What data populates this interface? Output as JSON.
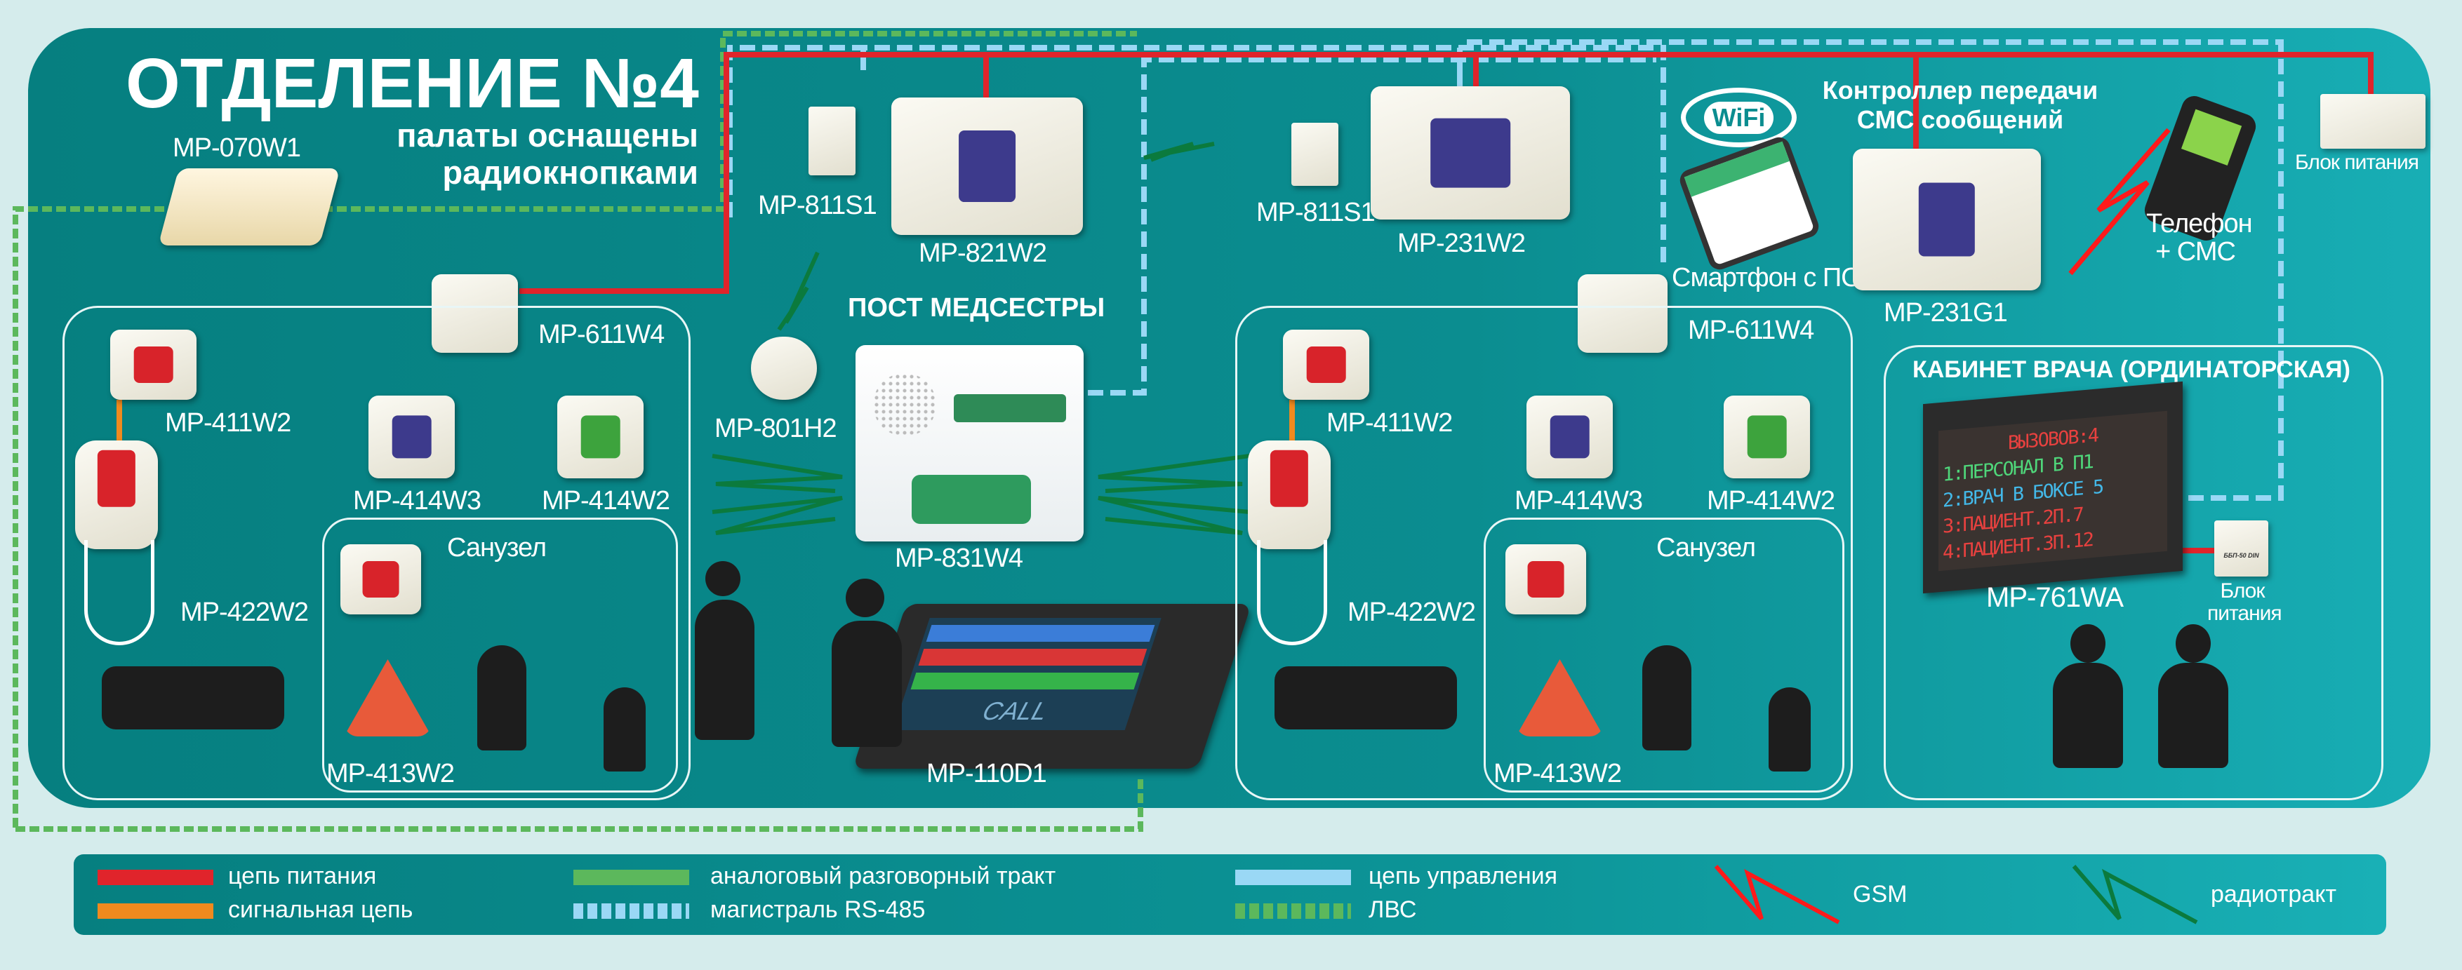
{
  "header": {
    "title": "ОТДЕЛЕНИЕ №4",
    "subtitle_line1": "палаты оснащены",
    "subtitle_line2": "радиокнопками"
  },
  "devices": {
    "mp070w1": "MP-070W1",
    "mp811s1_left": "MP-811S1",
    "mp821w2": "MP-821W2",
    "mp811s1_right": "MP-811S1",
    "mp231w2": "MP-231W2",
    "sms_controller_line1": "Контроллер передачи",
    "sms_controller_line2": "СМС сообщений",
    "wifi": "WiFi",
    "smartphone": "Смартфон с ПО",
    "mp231g1": "MP-231G1",
    "phone_line1": "Телефон",
    "phone_line2": "+ СМС",
    "power_supply_top": "Блок питания",
    "nurse_post": "ПОСТ МЕДСЕСТРЫ",
    "mp611w4_left": "MP-611W4",
    "mp611w4_right": "MP-611W4",
    "mp801h2": "MP-801H2",
    "mp831w4": "MP-831W4",
    "mp110d1": "MP-110D1",
    "tablet_screen": "CALL"
  },
  "ward_left": {
    "mp411w2": "MP-411W2",
    "mp414w3": "MP-414W3",
    "mp414w2": "MP-414W2",
    "mp422w2": "MP-422W2",
    "bathroom": "Санузел",
    "mp413w2": "MP-413W2"
  },
  "ward_right": {
    "mp411w2": "MP-411W2",
    "mp414w3": "MP-414W3",
    "mp414w2": "MP-414W2",
    "mp422w2": "MP-422W2",
    "bathroom": "Санузел",
    "mp413w2": "MP-413W2"
  },
  "doctor_office": {
    "title": "КАБИНЕТ ВРАЧА (ОРДИНАТОРСКАЯ)",
    "display_model": "MP-761WA",
    "power_line1": "Блок",
    "power_line2": "питания",
    "psu_label": "ББП-50 DIN",
    "display_lines": [
      {
        "text": "ВЫЗОВОВ:4",
        "color": "#e8413f"
      },
      {
        "text": "1:ПЕРСОНАЛ В П1",
        "color": "#4fd67a"
      },
      {
        "text": "2:ВРАЧ В БОКСЕ 5",
        "color": "#43b8e8"
      },
      {
        "text": "3:ПАЦИЕНТ.2П.7",
        "color": "#e8413f"
      },
      {
        "text": "4:ПАЦИЕНТ.3П.12",
        "color": "#e8413f"
      }
    ]
  },
  "legend": {
    "power": "цепь питания",
    "signal": "сигнальная цепь",
    "analog": "аналоговый разговорный тракт",
    "rs485": "магистраль RS-485",
    "control": "цепь управления",
    "lan": "ЛВС",
    "gsm": "GSM",
    "radio": "радиотракт"
  },
  "colors": {
    "power": "#e0242b",
    "signal": "#f08a1e",
    "analog": "#5cb85c",
    "rs485": "#9ad8f5",
    "control": "#9ad8f5",
    "lan": "#5cb85c",
    "gsm": "#ff1a1a",
    "radio": "#0b7a3d",
    "background": "#0b8d90"
  }
}
